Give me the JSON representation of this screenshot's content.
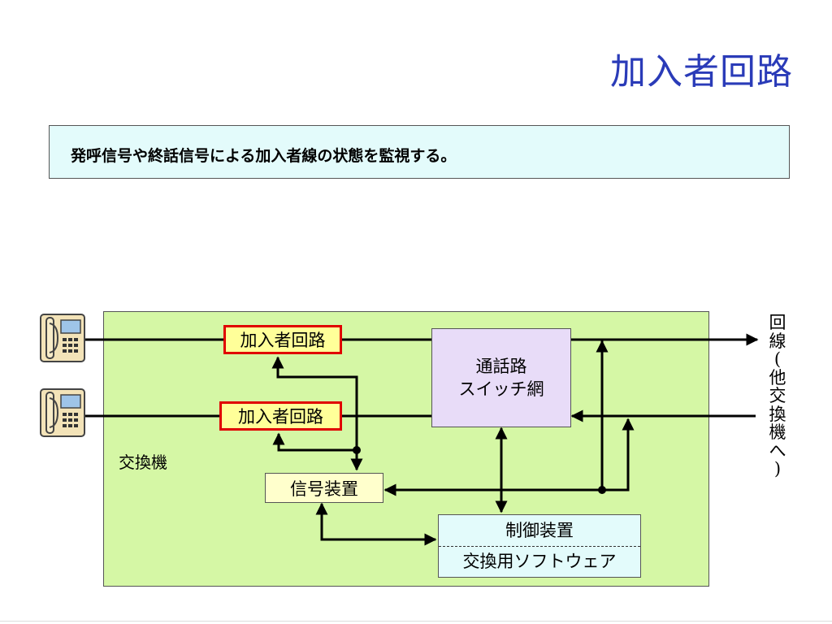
{
  "title": "加入者回路",
  "description": "発呼信号や終話信号による加入者線の状態を監視する。",
  "diagram": {
    "exchange_label": "交換機",
    "subscriber_circuit_1": "加入者回路",
    "subscriber_circuit_2": "加入者回路",
    "signal_device": "信号装置",
    "switch_network_line1": "通話路",
    "switch_network_line2": "スイッチ網",
    "control_device": "制御装置",
    "exchange_software": "交換用ソフトウェア",
    "trunk_label_chars": [
      "回",
      "線",
      "(",
      "他",
      "交",
      "換",
      "機",
      "へ",
      ")"
    ],
    "phones": [
      "telephone-icon",
      "telephone-icon"
    ],
    "colors": {
      "title": "#2a3bb8",
      "banner_bg": "#e3fbfb",
      "exchange_bg": "#d5f7a5",
      "circuit_bg": "#ffff99",
      "circuit_border": "#e00000",
      "signal_bg": "#ffffcc",
      "switch_bg": "#e8dcf8",
      "control_bg": "#e3fbfb"
    }
  }
}
